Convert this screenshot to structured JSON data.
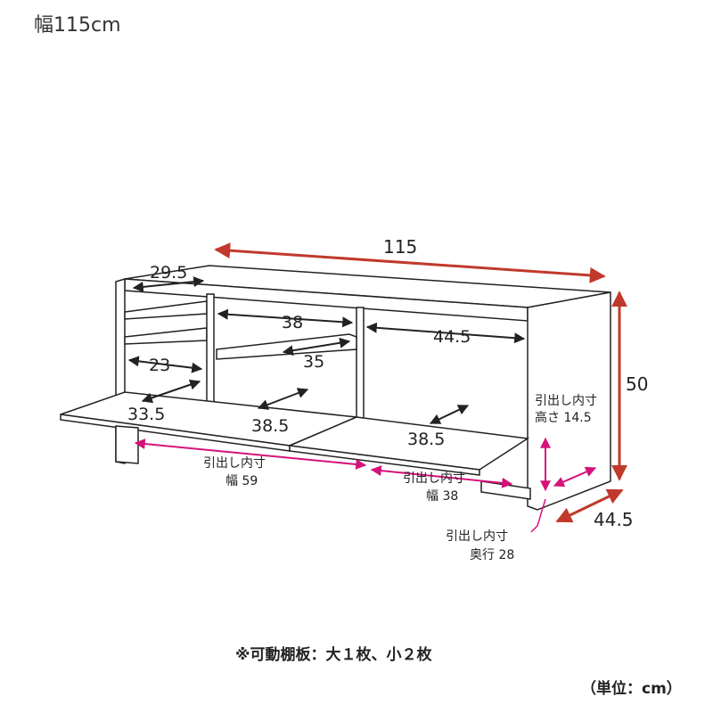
{
  "title": "幅115cm",
  "dimensions": {
    "width": "115",
    "height": "50",
    "depth": "44.5",
    "top_left_shelf_width": "29.5",
    "left_shelf_width": "23",
    "left_depth": "33.5",
    "middle_width": "38",
    "middle_shelf_width": "35",
    "middle_depth": "38.5",
    "right_width": "44.5",
    "right_depth": "38.5"
  },
  "drawer_labels": {
    "inner_label": "引出し内寸",
    "left_width": "幅 59",
    "right_width": "幅 38",
    "height": "高さ 14.5",
    "depth": "奥行 28"
  },
  "footnote": "※可動棚板：大１枚、小２枚",
  "unit": "（単位：cm）",
  "colors": {
    "dimension_arrow": "#c0392b",
    "drawer_arrow": "#d6127a",
    "outline": "#222222",
    "panel_fill": "#ffffff"
  }
}
